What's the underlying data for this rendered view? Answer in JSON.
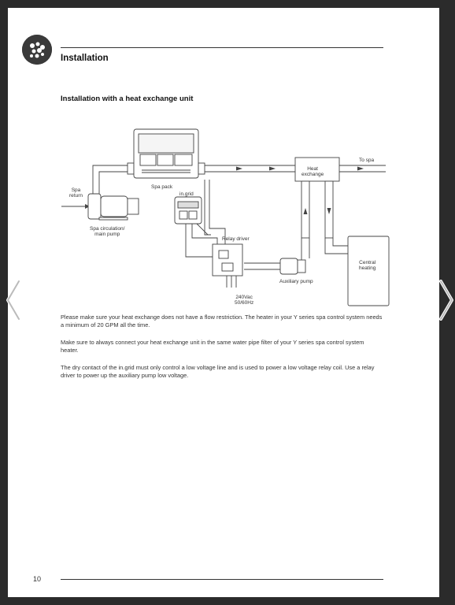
{
  "header": {
    "section_title": "Installation"
  },
  "subsection": {
    "title": "Installation with a heat exchange unit"
  },
  "diagram": {
    "labels": {
      "spa_return": "Spa\nreturn",
      "spa_pack": "Spa pack",
      "in_grid": "in.grid",
      "heat_exchange": "Heat\nexchange",
      "to_spa": "To spa",
      "spa_circulation_pump": "Spa circulation/\nmain pump",
      "relay_driver": "Relay driver",
      "central_heating": "Central\nheating",
      "auxiliary_pump": "Auxiliary pump",
      "power": "240Vac\n50/60Hz"
    }
  },
  "paragraphs": [
    "Please make sure your heat exchange does not have a flow restriction.  The heater in your Y series spa control system needs a minimum of 20 GPM all the time.",
    "Make sure to always connect your heat exchange unit in the same water pipe filter of your Y series spa control system heater.",
    "The dry contact of the in.grid must only control a low voltage line and is used to power a low voltage relay coil.  Use a relay driver to power up the auxiliary pump low voltage."
  ],
  "footer": {
    "page_number": "10"
  },
  "navigation": {
    "previous_icon": "chevron-left-icon",
    "next_icon": "chevron-right-icon"
  },
  "colors": {
    "background": "#2b2b2b",
    "page": "#ffffff",
    "logo": "#3a3a3a",
    "line": "#333333"
  }
}
